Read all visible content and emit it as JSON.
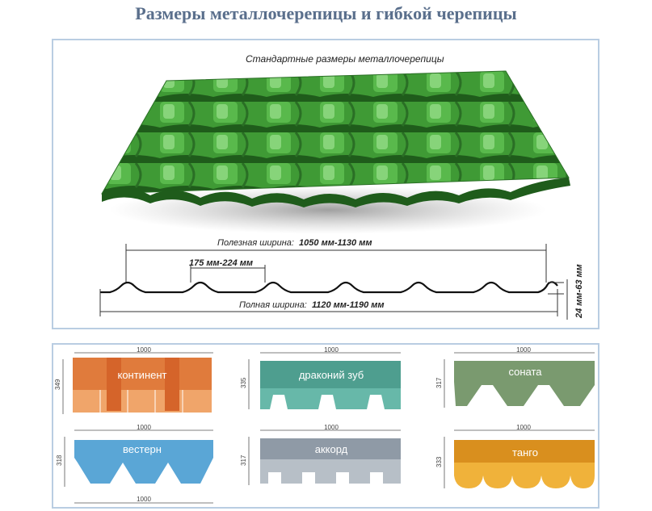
{
  "page": {
    "title": "Размеры металлочерепицы и гибкой черепицы"
  },
  "metal_tile": {
    "caption": "Стандартные размеры металлочерепицы",
    "useful_width_label": "Полезная ширина:",
    "useful_width_value": "1050 мм-1130 мм",
    "step_value": "175 мм-224 мм",
    "full_width_label": "Полная ширина:",
    "full_width_value": "1120 мм-1190 мм",
    "height_value": "24 мм-63 мм",
    "colors": {
      "tile_green": "#3f9a35"
    }
  },
  "shingles": [
    {
      "name": "континент",
      "width": "1000",
      "height": "349",
      "color": "#e07b3c"
    },
    {
      "name": "драконий зуб",
      "width": "1000",
      "height": "335",
      "color": "#4e9e8f"
    },
    {
      "name": "соната",
      "width": "1000",
      "height": "317",
      "color": "#7a9a6f"
    },
    {
      "name": "вестерн",
      "width": "1000",
      "height": "318",
      "color": "#5aa6d6"
    },
    {
      "name": "аккорд",
      "width": "1000",
      "height": "317",
      "color": "#8f9aa6"
    },
    {
      "name": "танго",
      "width": "1000",
      "height": "333",
      "color": "#e5a02c"
    },
    {
      "width": "1000"
    }
  ]
}
